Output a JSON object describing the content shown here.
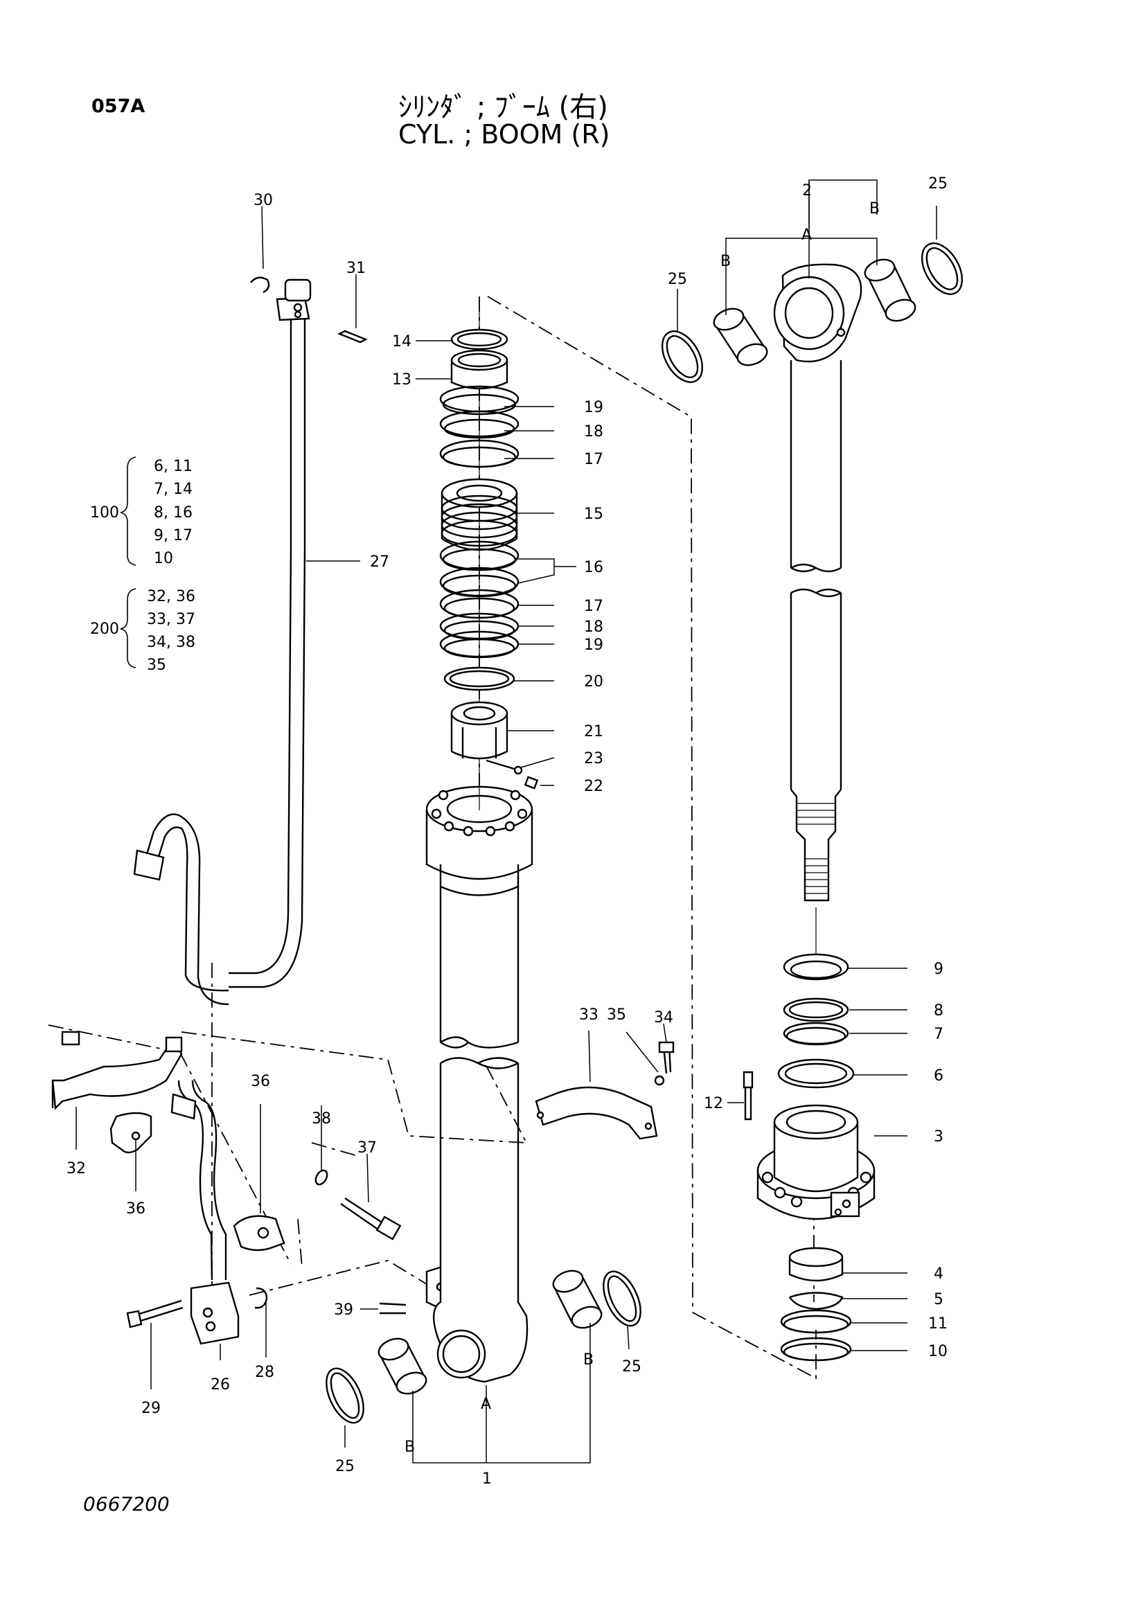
{
  "header": {
    "page_code": "057A",
    "title_jp": "ｼﾘﾝﾀﾞ ; ﾌﾞｰﾑ (右)",
    "title_en": "CYL. ; BOOM (R)"
  },
  "footer": {
    "drawing_number": "0667200"
  },
  "groups": {
    "g100": {
      "label": "100",
      "rows": [
        "6, 11",
        "7, 14",
        "8, 16",
        "9, 17",
        "10"
      ]
    },
    "g200": {
      "label": "200",
      "rows": [
        "32, 36",
        "33, 37",
        "34, 38",
        "35"
      ]
    }
  },
  "callouts": {
    "c1": "1",
    "c2": "2",
    "c3": "3",
    "c4": "4",
    "c5": "5",
    "c6": "6",
    "c7": "7",
    "c8": "8",
    "c9": "9",
    "c10": "10",
    "c11": "11",
    "c12": "12",
    "c13": "13",
    "c14": "14",
    "c15": "15",
    "c16": "16",
    "c17a": "17",
    "c17b": "17",
    "c18a": "18",
    "c18b": "18",
    "c19a": "19",
    "c19b": "19",
    "c20": "20",
    "c21": "21",
    "c22": "22",
    "c23": "23",
    "c25a": "25",
    "c25b": "25",
    "c25c": "25",
    "c25d": "25",
    "c26": "26",
    "c27": "27",
    "c28": "28",
    "c29": "29",
    "c30": "30",
    "c31": "31",
    "c32": "32",
    "c33": "33",
    "c34": "34",
    "c35": "35",
    "c36a": "36",
    "c36b": "36",
    "c37": "37",
    "c38": "38",
    "c39": "39",
    "cA1": "A",
    "cA2": "A",
    "cB1": "B",
    "cB2": "B",
    "cB3": "B",
    "cB4": "B"
  }
}
